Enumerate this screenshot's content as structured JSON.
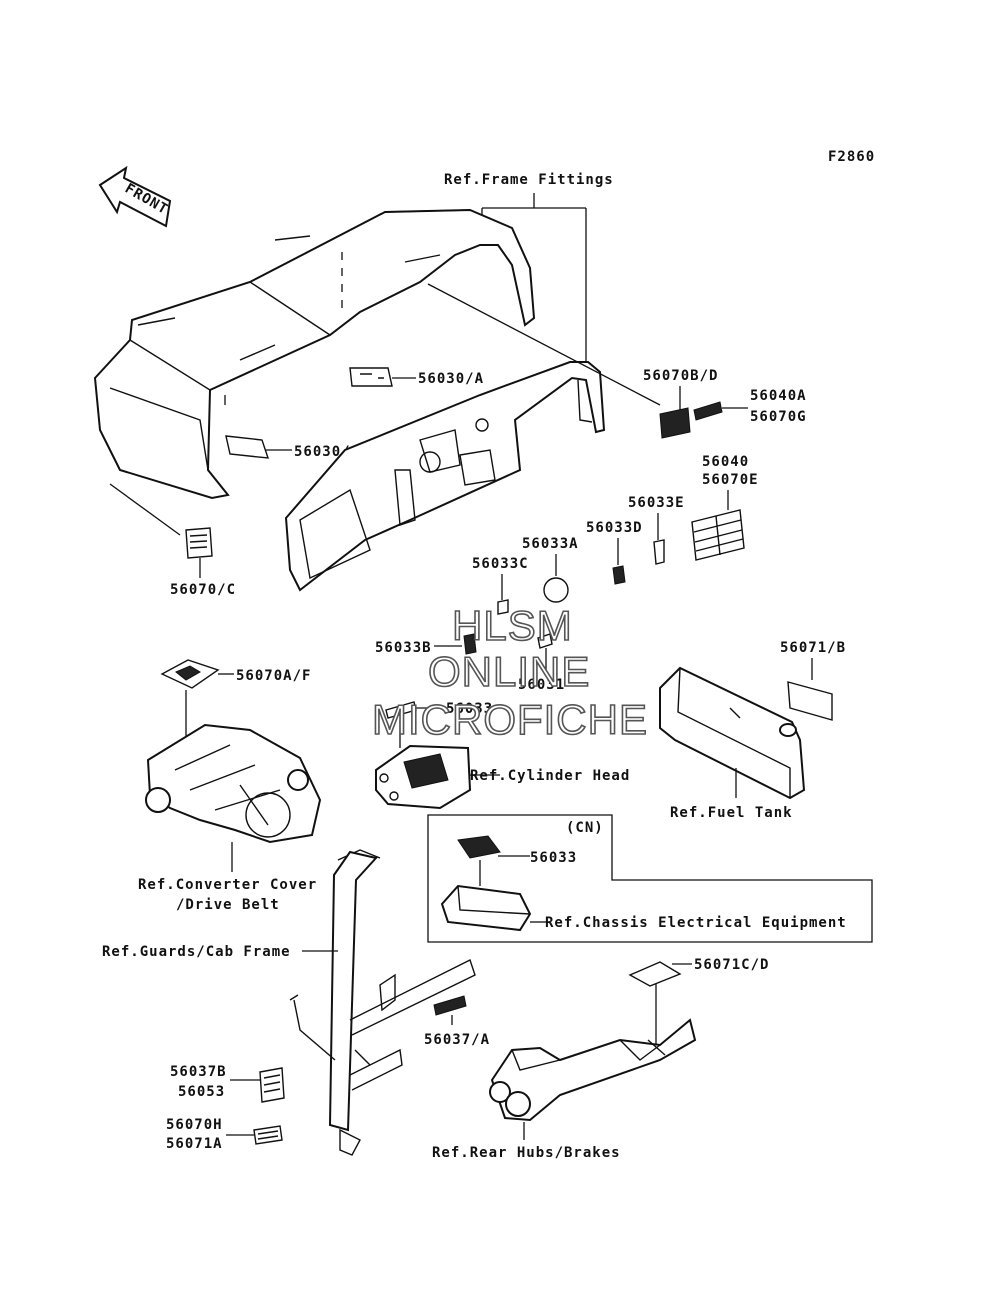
{
  "figure_code": "F2860",
  "front_arrow": "FRONT",
  "labels": {
    "ref_frame_fittings": "Ref.Frame Fittings",
    "p56030a_top": "56030/A",
    "p56030a_left": "56030/A",
    "p56070bd": "56070B/D",
    "p56040a": "56040A",
    "p56070g": "56070G",
    "p56040": "56040",
    "p56070e": "56070E",
    "p56033e": "56033E",
    "p56033d": "56033D",
    "p56033a": "56033A",
    "p56033c": "56033C",
    "p56070c": "56070/C",
    "p56033b": "56033B",
    "p56031": "56031",
    "p56070af": "56070A/F",
    "p56033_8": "56033",
    "ref_cylinder_head": "Ref.Cylinder Head",
    "p56071b": "56071/B",
    "ref_fuel_tank": "Ref.Fuel Tank",
    "cn": "(CN)",
    "p56033_cn": "56033",
    "ref_chassis": "Ref.Chassis Electrical Equipment",
    "ref_converter_1": "Ref.Converter Cover",
    "ref_converter_2": "/Drive Belt",
    "ref_guards": "Ref.Guards/Cab Frame",
    "p56071cd": "56071C/D",
    "p56037a": "56037/A",
    "p56037b": "56037B",
    "p56053": "56053",
    "p56070h": "56070H",
    "p56071a": "56071A",
    "ref_rear_hubs": "Ref.Rear Hubs/Brakes"
  },
  "watermark": [
    "HLSM",
    "ONLINE",
    "MICROFICHE"
  ]
}
